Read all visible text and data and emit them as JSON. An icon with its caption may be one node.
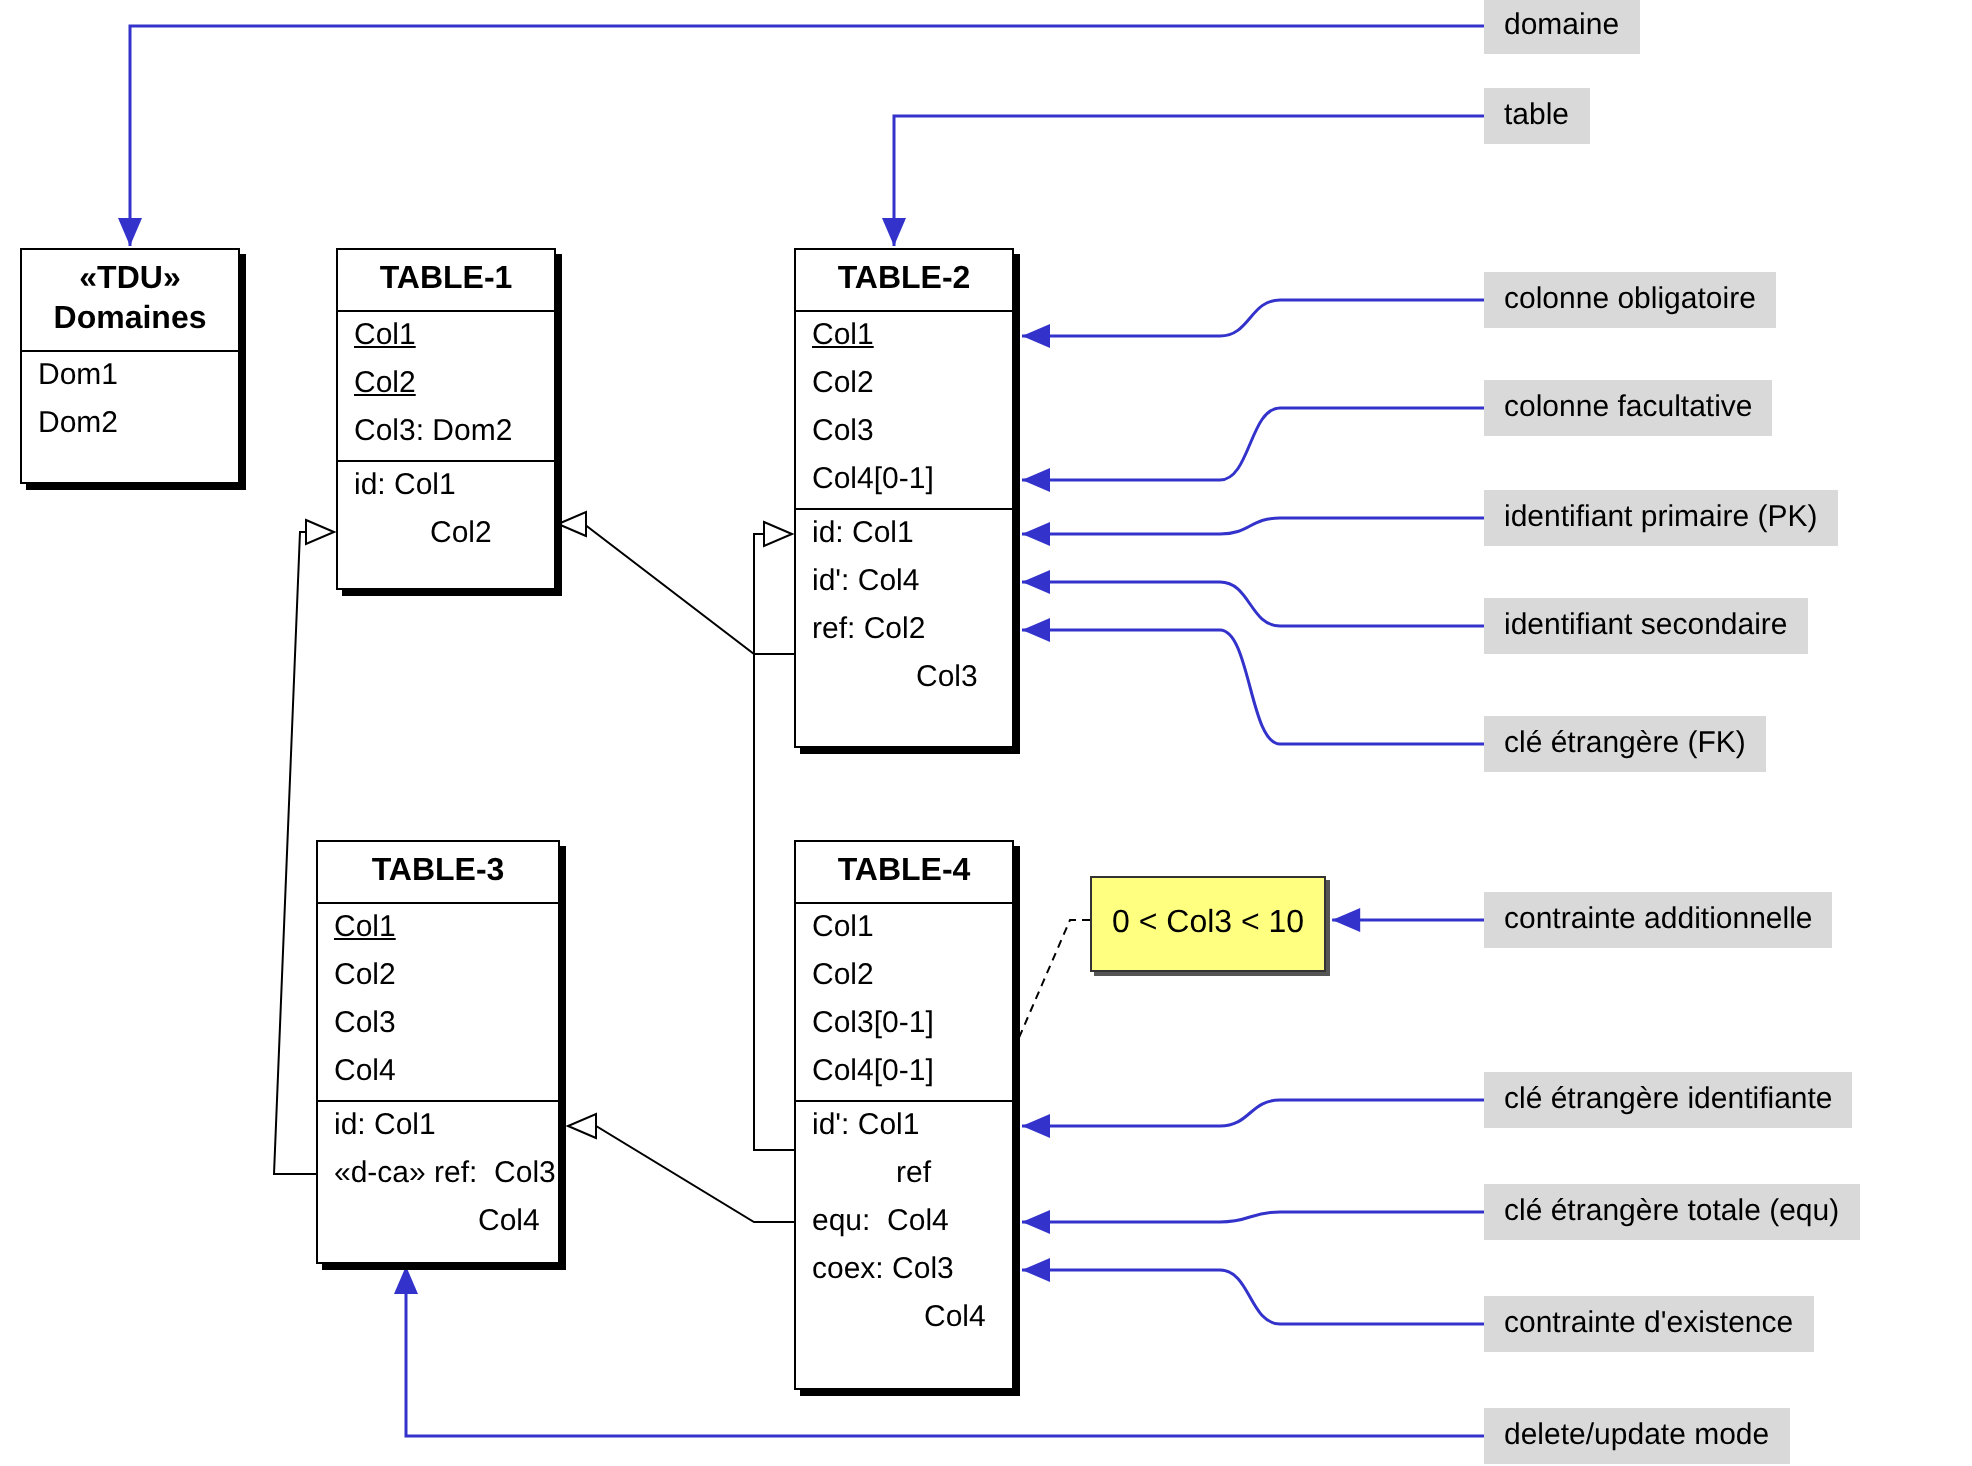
{
  "diagram": {
    "nodes": [
      {
        "text": [
          "«TDU» Domaines",
          "Dom1",
          "Dom2"
        ]
      },
      {
        "text": [
          "TABLE-1",
          "Col1",
          "Col2",
          "Col3: Dom2",
          "id: Col1",
          "Col2"
        ]
      },
      {
        "text": [
          "TABLE-2",
          "Col1",
          "Col2",
          "Col3",
          "Col4[0-1]",
          "id: Col1",
          "id': Col4",
          "ref: Col2",
          "Col3"
        ]
      },
      {
        "text": [
          "TABLE-3",
          "Col1",
          "Col2",
          "Col3",
          "Col4",
          "id: Col1",
          "«d-ca» ref:  Col3",
          "Col4"
        ]
      },
      {
        "text": [
          "TABLE-4",
          "Col1",
          "Col2",
          "Col3[0-1]",
          "Col4[0-1]",
          "id': Col1",
          "ref",
          "equ:  Col4",
          "coex: Col3",
          "Col4"
        ]
      },
      {
        "text": [
          "0 < Col3 < 10"
        ]
      },
      {
        "text": [
          "domaine"
        ]
      },
      {
        "text": [
          "table"
        ]
      },
      {
        "text": [
          "colonne obligatoire"
        ]
      },
      {
        "text": [
          "colonne facultative"
        ]
      },
      {
        "text": [
          "identifiant primaire (PK)"
        ]
      },
      {
        "text": [
          "identifiant secondaire"
        ]
      },
      {
        "text": [
          "clé étrangère (FK)"
        ]
      },
      {
        "text": [
          "contrainte additionnelle"
        ]
      },
      {
        "text": [
          "clé étrangère identifiante"
        ]
      },
      {
        "text": [
          "clé étrangère totale (equ)"
        ]
      },
      {
        "text": [
          "contrainte d'existence"
        ]
      },
      {
        "text": [
          "delete/update mode"
        ]
      }
    ],
    "edges": [
      {
        "from": 2,
        "to": 1,
        "arrow": "to",
        "color": "#000000"
      },
      {
        "from": 3,
        "to": 1,
        "arrow": "to",
        "color": "#000000"
      },
      {
        "from": 4,
        "to": 2,
        "arrow": "to",
        "color": "#000000"
      },
      {
        "from": 4,
        "to": 3,
        "arrow": "to",
        "color": "#000000"
      },
      {
        "from": 5,
        "to": 4,
        "arrow": "none",
        "style": "dashed",
        "color": "#000000"
      },
      {
        "from": 6,
        "to": 0,
        "arrow": "to"
      },
      {
        "from": 7,
        "to": 2,
        "arrow": "to"
      },
      {
        "from": 8,
        "to": 2,
        "arrow": "to"
      },
      {
        "from": 9,
        "to": 2,
        "arrow": "to"
      },
      {
        "from": 10,
        "to": 2,
        "arrow": "to"
      },
      {
        "from": 11,
        "to": 2,
        "arrow": "to"
      },
      {
        "from": 12,
        "to": 2,
        "arrow": "to"
      },
      {
        "from": 13,
        "to": 5,
        "arrow": "to"
      },
      {
        "from": 14,
        "to": 4,
        "arrow": "to"
      },
      {
        "from": 15,
        "to": 4,
        "arrow": "to"
      },
      {
        "from": 16,
        "to": 4,
        "arrow": "to"
      },
      {
        "from": 17,
        "to": 3,
        "arrow": "to"
      }
    ]
  }
}
